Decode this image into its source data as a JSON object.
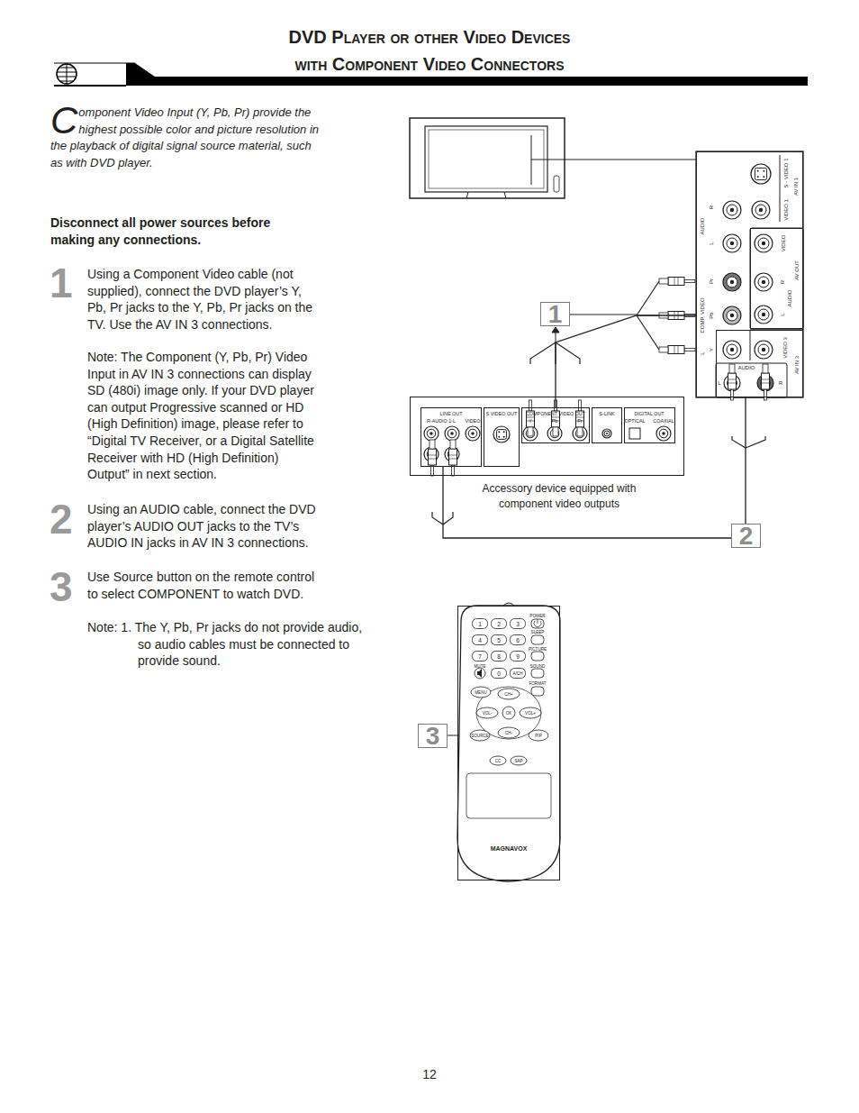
{
  "diagram": {
    "title": "DVD Player or other Video Devices with Component Video Connectors",
    "nodes": [
      {
        "text": [
          "AV IN 1",
          "S - VIDEO 1",
          "VIDEO 1",
          "AUDIO",
          "R",
          "L",
          "COMP. VIDEO",
          "Pr",
          "Pb",
          "L",
          "Y"
        ]
      },
      {
        "text": [
          "AV OUT",
          "VIDEO",
          "AUDIO",
          "R",
          "L"
        ],
        "in": 0
      },
      {
        "text": [
          "AV IN 3",
          "VIDEO 3",
          "AUDIO",
          "L",
          "R"
        ],
        "in": 0
      },
      {
        "text": [
          "Accessory device equipped with component video outputs"
        ]
      },
      {
        "text": [
          "LINE OUT",
          "R-AUDIO 1-L",
          "VIDEO"
        ],
        "in": 3
      },
      {
        "text": [
          "S VIDEO OUT"
        ],
        "in": 3
      },
      {
        "text": [
          "COMPONENT VIDEO OUT",
          "Y",
          "Pb",
          "Pr"
        ],
        "in": 3
      },
      {
        "text": [
          "S-LINK"
        ],
        "in": 3
      },
      {
        "text": [
          "DIGITAL OUT",
          "OPTICAL",
          "COAXIAL"
        ],
        "in": 3
      },
      {
        "text": [
          "MAGNAVOX"
        ]
      },
      {
        "text": [
          "1"
        ]
      },
      {
        "text": [
          "2"
        ]
      },
      {
        "text": [
          "3"
        ]
      }
    ],
    "edges": [
      {
        "from": 6,
        "to": 0,
        "arrow": "none"
      },
      {
        "from": 4,
        "to": 2,
        "arrow": "none"
      }
    ],
    "labels": [
      "Component Video Input (Y, Pb, Pr) provide the highest possible color and picture resolution in the playback of digital signal source material, such as with DVD player.",
      "Disconnect all power sources before making any connections.",
      "1",
      "Using a Component Video cable (not supplied), connect the DVD player’s Y, Pb, Pr jacks to the Y, Pb, Pr jacks on the TV. Use the AV IN 3 connections.",
      "Note: The Component (Y, Pb, Pr) Video Input in AV IN 3 connections can display SD (480i) image only. If your DVD player can output Progressive scanned or HD (High Definition) image, please refer to “Digital TV Receiver, or a Digital Satellite Receiver with HD (High Definition) Output” in next section.",
      "2",
      "Using an AUDIO cable, connect the DVD player’s AUDIO OUT jacks to the TV’s AUDIO IN jacks in AV IN 3 connections.",
      "3",
      "Use Source button on the remote control to select COMPONENT to watch DVD.",
      "Note: 1. The Y, Pb, Pr jacks do not provide audio, so audio cables must be connected to provide sound.",
      "12",
      "1",
      "2",
      "3",
      "POWER",
      "4",
      "5",
      "6",
      "SLEEP",
      "7",
      "8",
      "9",
      "PICTURE",
      "MUTE",
      "0",
      "A/CH",
      "SOUND",
      "MENU",
      "FORMAT",
      "CH+",
      "VOL-",
      "OK",
      "VOL+",
      "CH-",
      "SOURCE",
      "PIP",
      "CC",
      "SAP"
    ]
  }
}
